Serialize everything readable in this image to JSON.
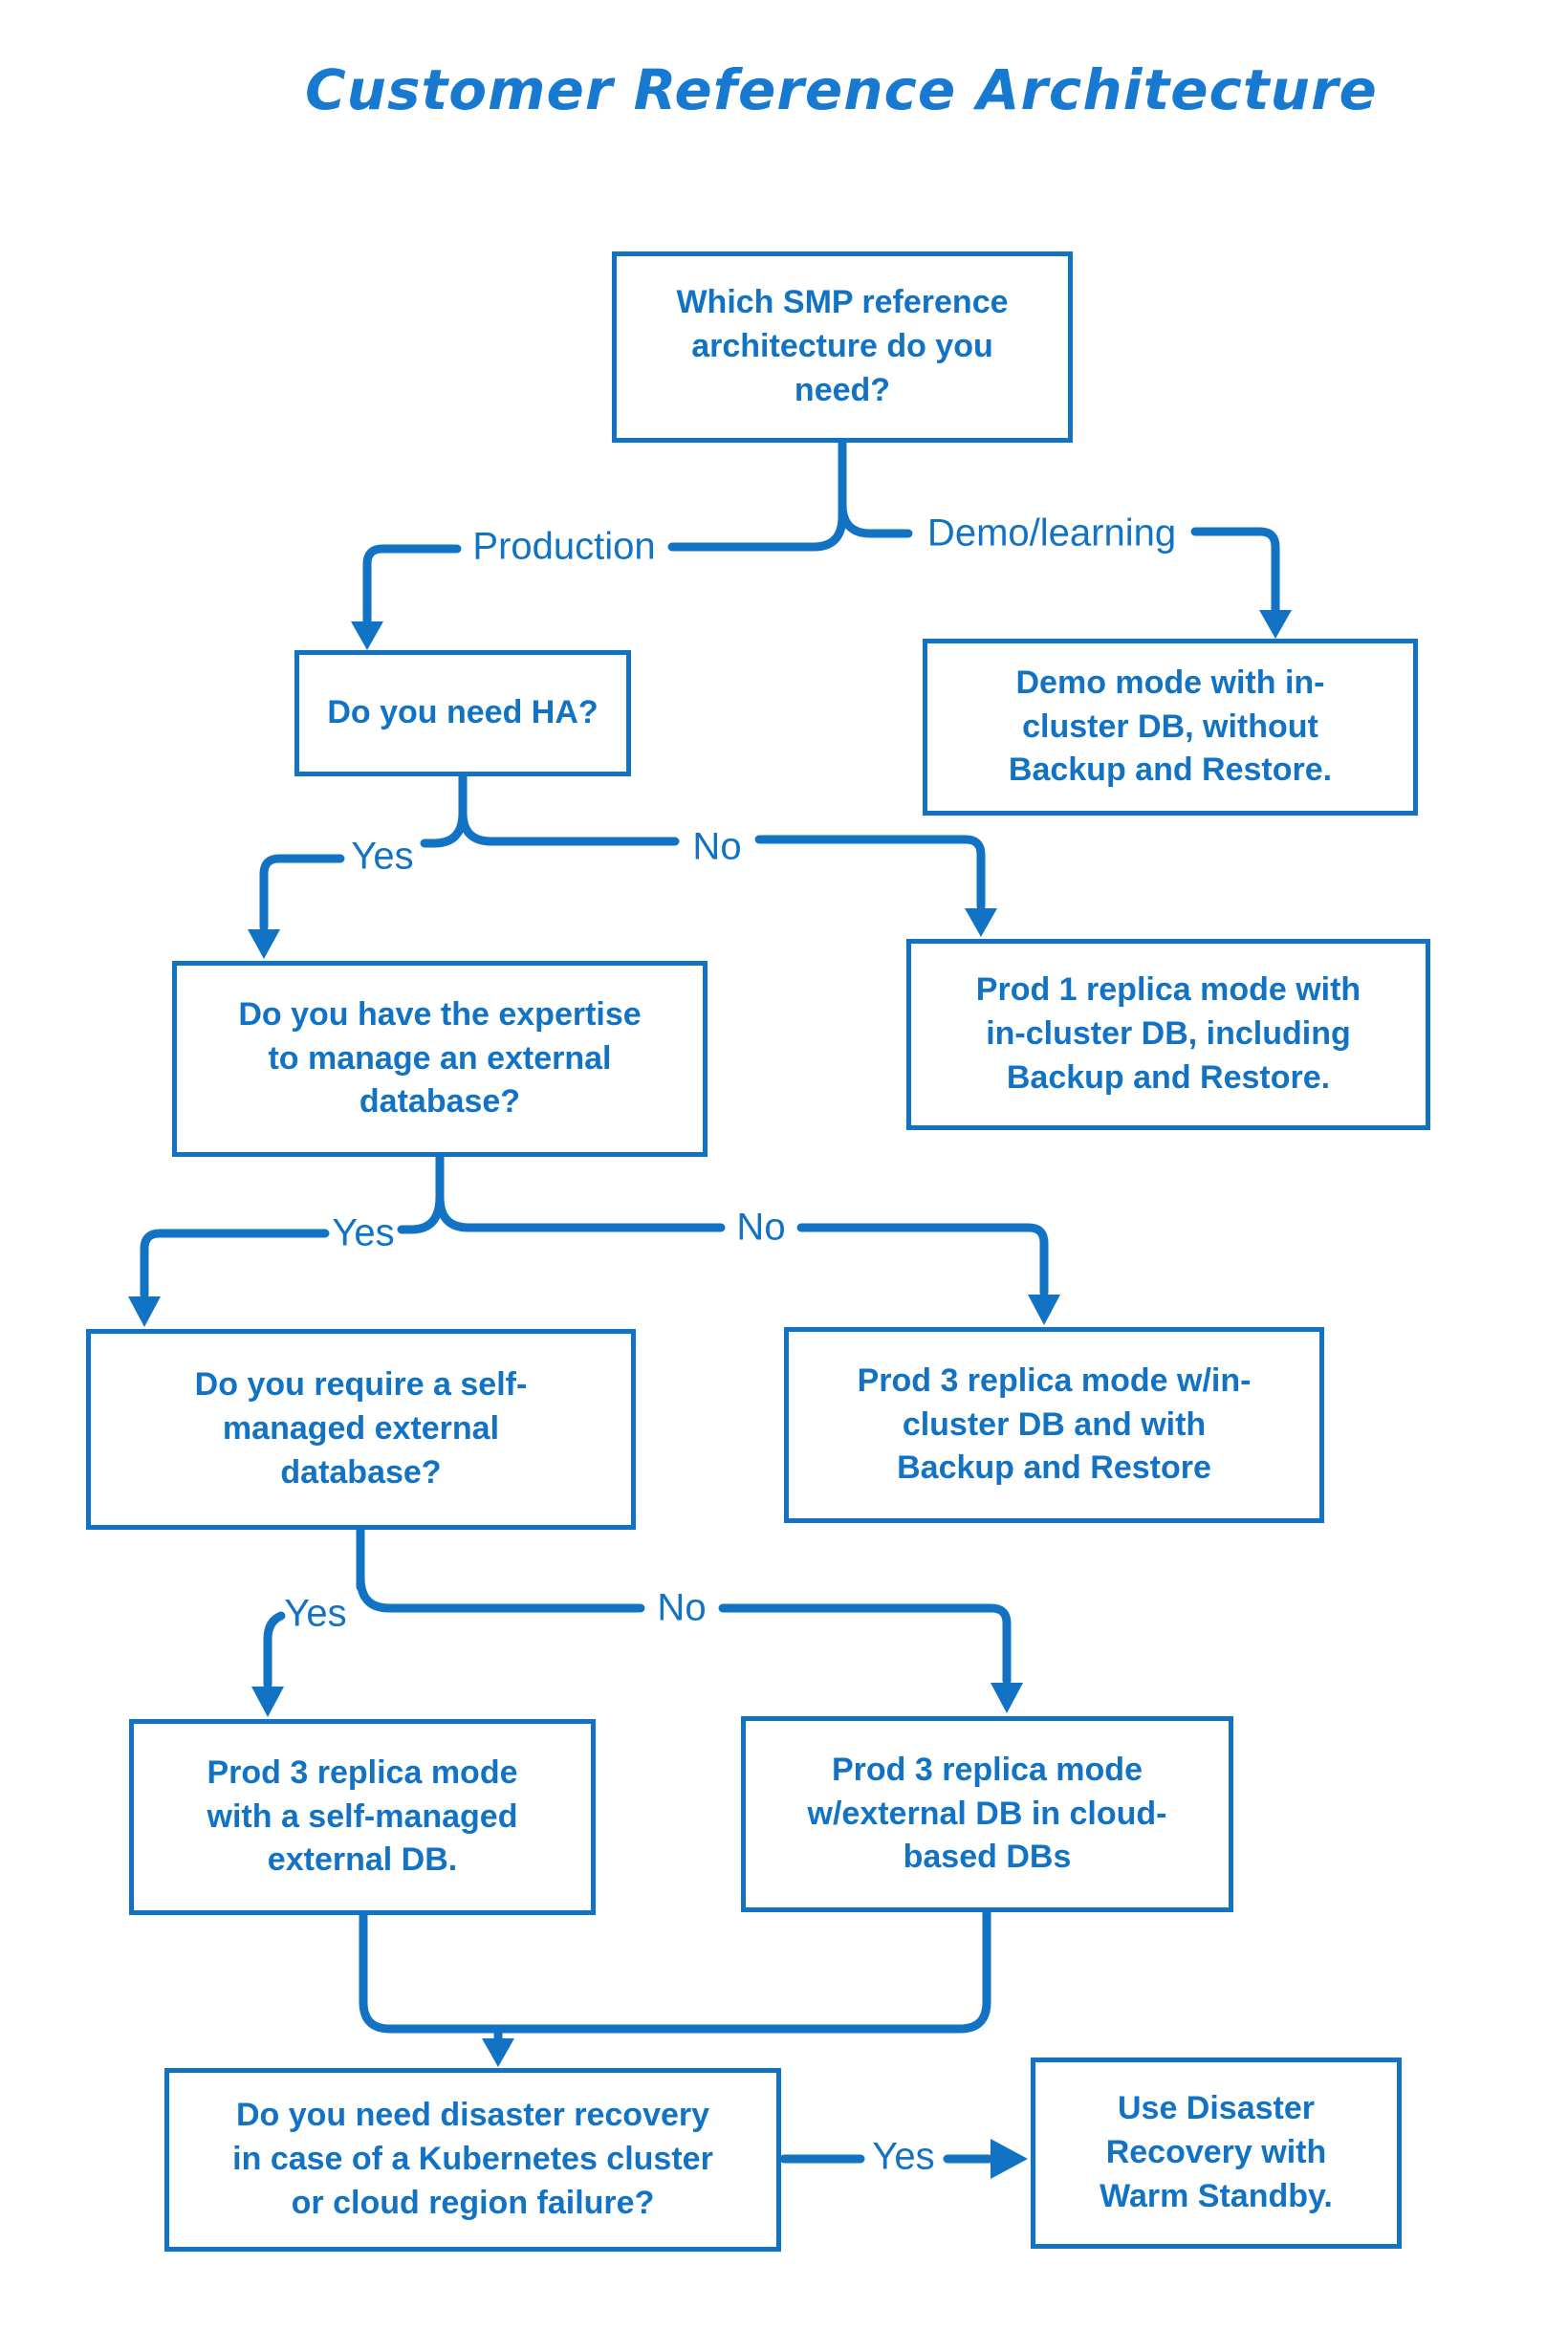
{
  "title": "Customer Reference Architecture",
  "colors": {
    "accent": "#1273c5",
    "title": "#1879d1",
    "background": "#ffffff"
  },
  "nodes": {
    "root": {
      "text": "Which SMP reference\narchitecture do you\nneed?"
    },
    "need_ha": {
      "text": "Do you need HA?"
    },
    "demo_mode": {
      "text": "Demo mode with in-\ncluster DB, without\nBackup and Restore."
    },
    "expertise": {
      "text": "Do you have the expertise\nto manage an external\ndatabase?"
    },
    "prod1_incluster": {
      "text": "Prod 1 replica mode with\nin-cluster DB, including\nBackup and Restore."
    },
    "self_managed_q": {
      "text": "Do you require a self-\nmanaged external\ndatabase?"
    },
    "prod3_incluster": {
      "text": "Prod 3 replica mode w/in-\ncluster DB and with\nBackup and Restore"
    },
    "prod3_selfmanaged": {
      "text": "Prod 3 replica mode\nwith a self-managed\nexternal DB."
    },
    "prod3_cloud": {
      "text": "Prod 3 replica mode\nw/external DB in cloud-\nbased DBs"
    },
    "disaster_q": {
      "text": "Do you need disaster recovery\nin case of a Kubernetes cluster\nor cloud region failure?"
    },
    "warm_standby": {
      "text": "Use Disaster\nRecovery with\nWarm Standby."
    }
  },
  "labels": {
    "production": "Production",
    "demo_learning": "Demo/learning",
    "ha_yes": "Yes",
    "ha_no": "No",
    "expertise_yes": "Yes",
    "expertise_no": "No",
    "selfmanaged_yes": "Yes",
    "selfmanaged_no": "No",
    "dr_yes": "Yes"
  }
}
